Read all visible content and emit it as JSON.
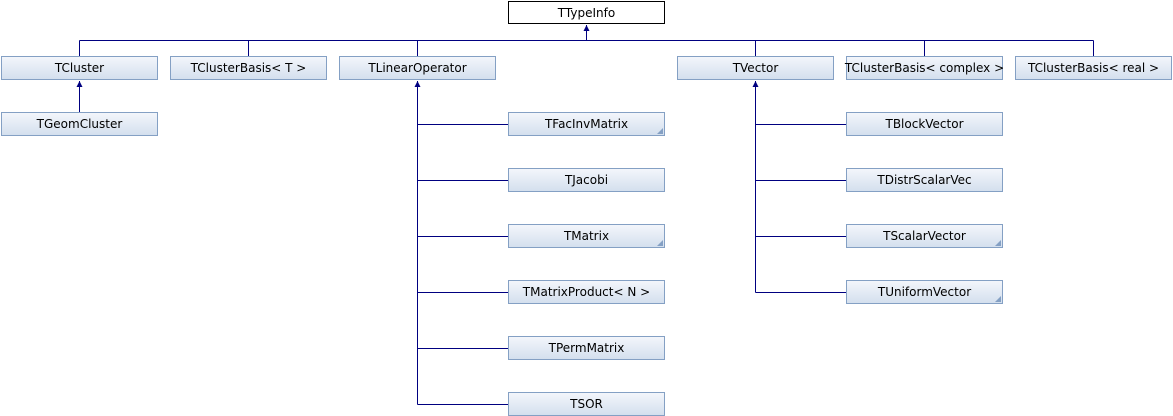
{
  "diagram": {
    "root": {
      "label": "TTypeInfo"
    },
    "nodes": {
      "tcluster": {
        "label": "TCluster"
      },
      "tgeomcluster": {
        "label": "TGeomCluster"
      },
      "tclusterbasis_t": {
        "label": "TClusterBasis< T >"
      },
      "tlinearoperator": {
        "label": "TLinearOperator"
      },
      "tfacinvmatrix": {
        "label": "TFacInvMatrix",
        "has_more": true
      },
      "tjacobi": {
        "label": "TJacobi"
      },
      "tmatrix": {
        "label": "TMatrix",
        "has_more": true
      },
      "tmatrixproduct": {
        "label": "TMatrixProduct< N >"
      },
      "tpermmatrix": {
        "label": "TPermMatrix"
      },
      "tsor": {
        "label": "TSOR"
      },
      "tvector": {
        "label": "TVector"
      },
      "tblockvector": {
        "label": "TBlockVector"
      },
      "tdistrscalarvec": {
        "label": "TDistrScalarVec"
      },
      "tscalarvector": {
        "label": "TScalarVector",
        "has_more": true
      },
      "tuniformvector": {
        "label": "TUniformVector",
        "has_more": true
      },
      "tclusterbasis_complex": {
        "label": "TClusterBasis< complex >"
      },
      "tclusterbasis_real": {
        "label": "TClusterBasis< real >"
      }
    },
    "edges": [
      [
        "tcluster",
        "root"
      ],
      [
        "tclusterbasis_t",
        "root"
      ],
      [
        "tlinearoperator",
        "root"
      ],
      [
        "tvector",
        "root"
      ],
      [
        "tclusterbasis_complex",
        "root"
      ],
      [
        "tclusterbasis_real",
        "root"
      ],
      [
        "tgeomcluster",
        "tcluster"
      ],
      [
        "tfacinvmatrix",
        "tlinearoperator"
      ],
      [
        "tjacobi",
        "tlinearoperator"
      ],
      [
        "tmatrix",
        "tlinearoperator"
      ],
      [
        "tmatrixproduct",
        "tlinearoperator"
      ],
      [
        "tpermmatrix",
        "tlinearoperator"
      ],
      [
        "tsor",
        "tlinearoperator"
      ],
      [
        "tblockvector",
        "tvector"
      ],
      [
        "tdistrscalarvec",
        "tvector"
      ],
      [
        "tscalarvector",
        "tvector"
      ],
      [
        "tuniformvector",
        "tvector"
      ]
    ],
    "colors": {
      "node_border": "#84a0c4",
      "node_fill_top": "#f3f6fb",
      "node_fill_bottom": "#d4e0ee",
      "edge": "#000080",
      "root_border": "#000000"
    }
  }
}
